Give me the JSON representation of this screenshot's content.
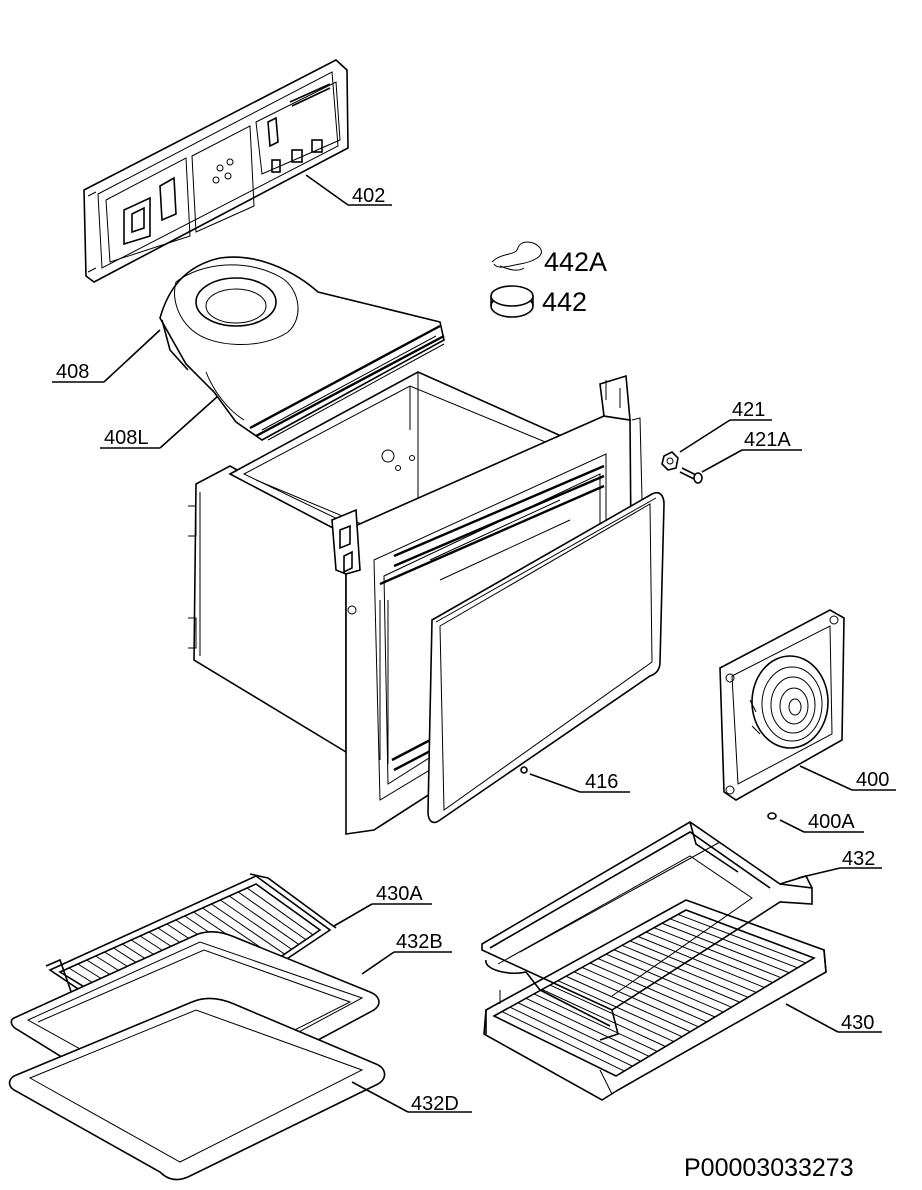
{
  "drawing": {
    "code": "P00003033273",
    "parts": [
      {
        "id": "p402",
        "label": "402"
      },
      {
        "id": "p442a",
        "label": "442A"
      },
      {
        "id": "p442",
        "label": "442"
      },
      {
        "id": "p408",
        "label": "408"
      },
      {
        "id": "p408l",
        "label": "408L"
      },
      {
        "id": "p421",
        "label": "421"
      },
      {
        "id": "p421a",
        "label": "421A"
      },
      {
        "id": "p400",
        "label": "400"
      },
      {
        "id": "p400a",
        "label": "400A"
      },
      {
        "id": "p416",
        "label": "416"
      },
      {
        "id": "p432",
        "label": "432"
      },
      {
        "id": "p430a",
        "label": "430A"
      },
      {
        "id": "p432b",
        "label": "432B"
      },
      {
        "id": "p430",
        "label": "430"
      },
      {
        "id": "p432d",
        "label": "432D"
      }
    ]
  }
}
